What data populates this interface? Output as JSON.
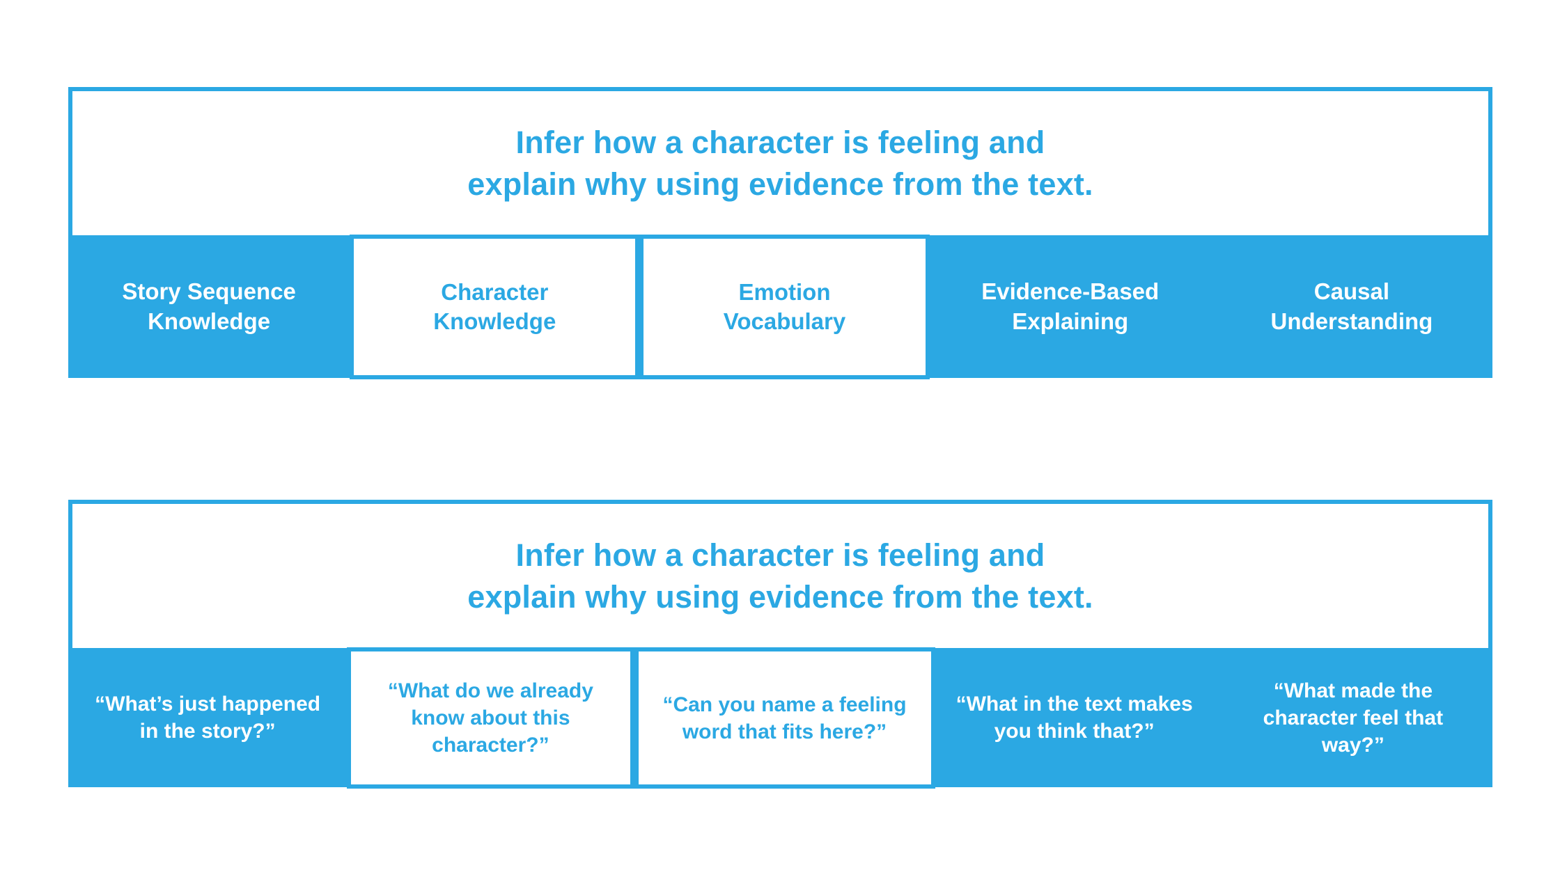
{
  "colors": {
    "accent": "#2BA8E3",
    "background": "#FFFFFF",
    "text_on_accent": "#FFFFFF"
  },
  "panels": [
    {
      "id": "concepts",
      "title": "Infer how a character is feeling and\nexplain why using evidence from the text.",
      "cells": [
        {
          "label": "Story Sequence\nKnowledge",
          "style": "filled"
        },
        {
          "label": "Character\nKnowledge",
          "style": "outlined"
        },
        {
          "label": "Emotion\nVocabulary",
          "style": "outlined"
        },
        {
          "label": "Evidence-Based\nExplaining",
          "style": "filled"
        },
        {
          "label": "Causal\nUnderstanding",
          "style": "filled"
        }
      ]
    },
    {
      "id": "questions",
      "title": "Infer how a character is feeling and\nexplain why using evidence from the text.",
      "cells": [
        {
          "label": "“What’s just happened\nin the story?”",
          "style": "filled"
        },
        {
          "label": "“What do we already\nknow about this\ncharacter?”",
          "style": "outlined"
        },
        {
          "label": "“Can you name a feeling\nword that fits here?”",
          "style": "outlined"
        },
        {
          "label": "“What in the text makes\nyou think that?”",
          "style": "filled"
        },
        {
          "label": "“What made the\ncharacter feel that\nway?”",
          "style": "filled"
        }
      ]
    }
  ]
}
